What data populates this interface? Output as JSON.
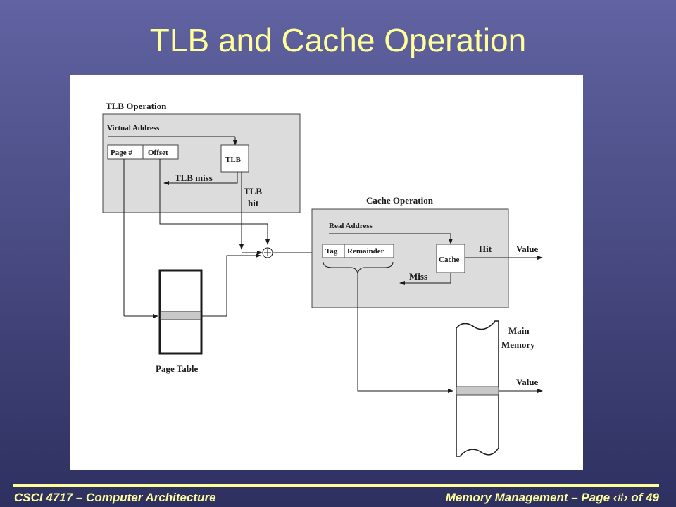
{
  "slide": {
    "title": "TLB and Cache Operation"
  },
  "diagram": {
    "tlb_section_title": "TLB Operation",
    "virtual_address_label": "Virtual Address",
    "page_number_label": "Page #",
    "offset_label": "Offset",
    "tlb_label": "TLB",
    "tlb_miss_label": "TLB miss",
    "tlb_hit_label_line1": "TLB",
    "tlb_hit_label_line2": "hit",
    "plus_symbol": "+",
    "page_table_label": "Page Table",
    "cache_section_title": "Cache Operation",
    "real_address_label": "Real Address",
    "tag_label": "Tag",
    "remainder_label": "Remainder",
    "cache_label": "Cache",
    "hit_label": "Hit",
    "miss_label": "Miss",
    "cache_value_label": "Value",
    "main_memory_label_line1": "Main",
    "main_memory_label_line2": "Memory",
    "memory_value_label": "Value"
  },
  "footer": {
    "left_text": "CSCI 4717 – Computer Architecture",
    "right_text": "Memory Management – Page ‹#› of 49"
  },
  "colors": {
    "title_text": "#ffff99",
    "background_top": "#6163a2",
    "background_bottom": "#2e3060",
    "section_fill": "#dcdcdc",
    "entry_fill": "#c8c8c8"
  }
}
